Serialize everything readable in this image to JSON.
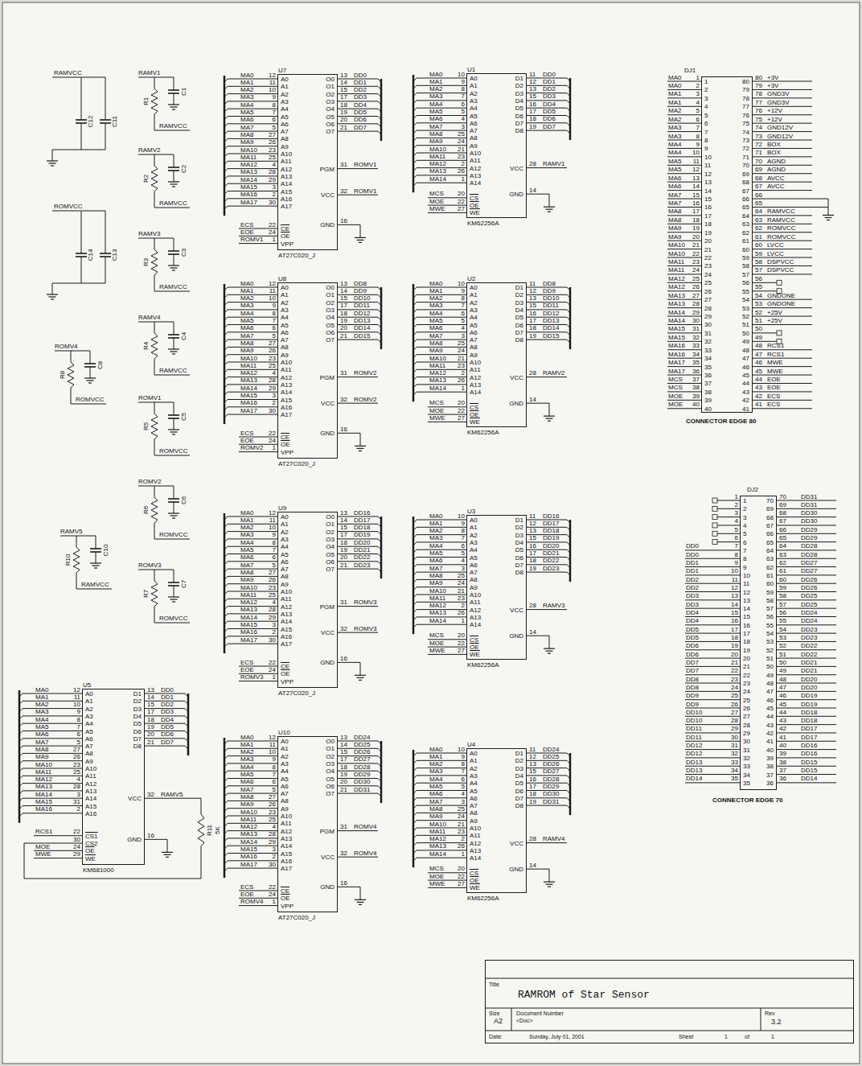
{
  "diagram": {
    "nodes": [
      {
        "text": [
          "U7",
          "A0",
          "A1",
          "A2",
          "A3",
          "A4",
          "A5",
          "A6",
          "A7",
          "A8",
          "A9",
          "A10",
          "A11",
          "A12",
          "A13",
          "A14",
          "A15",
          "A16",
          "A17",
          "CE",
          "OE",
          "VPP",
          "O0",
          "O1",
          "O2",
          "O3",
          "O4",
          "O5",
          "O6",
          "O7",
          "PGM",
          "VCC",
          "GND",
          "AT27C020_J"
        ]
      },
      {
        "text": [
          "U1",
          "A0",
          "A1",
          "A2",
          "A3",
          "A4",
          "A5",
          "A6",
          "A7",
          "A8",
          "A9",
          "A10",
          "A11",
          "A12",
          "A13",
          "A14",
          "CS",
          "OE",
          "WE",
          "D1",
          "D2",
          "D3",
          "D4",
          "D5",
          "D6",
          "D7",
          "D8",
          "VCC",
          "GND",
          "KM62256A"
        ]
      },
      {
        "text": [
          "DJ1",
          "1",
          "80",
          "2",
          "79",
          "3",
          "78",
          "4",
          "77",
          "5",
          "76",
          "6",
          "75",
          "7",
          "74",
          "8",
          "73",
          "9",
          "72",
          "10",
          "71",
          "11",
          "70",
          "12",
          "69",
          "13",
          "68",
          "14",
          "67",
          "15",
          "66",
          "16",
          "65",
          "17",
          "64",
          "18",
          "63",
          "19",
          "62",
          "20",
          "61",
          "21",
          "60",
          "22",
          "59",
          "23",
          "58",
          "24",
          "57",
          "25",
          "56",
          "26",
          "55",
          "27",
          "54",
          "28",
          "53",
          "29",
          "52",
          "30",
          "51",
          "31",
          "50",
          "32",
          "49",
          "33",
          "48",
          "34",
          "47",
          "35",
          "46",
          "36",
          "45",
          "37",
          "44",
          "38",
          "43",
          "39",
          "42",
          "40",
          "41",
          "CONNECTOR EDGE 80"
        ]
      },
      {
        "text": [
          "U8",
          "A0",
          "A1",
          "A2",
          "A3",
          "A4",
          "A5",
          "A6",
          "A7",
          "A8",
          "A9",
          "A10",
          "A11",
          "A12",
          "A13",
          "A14",
          "A15",
          "A16",
          "A17",
          "CE",
          "OE",
          "VPP",
          "O0",
          "O1",
          "O2",
          "O3",
          "O4",
          "O5",
          "O6",
          "O7",
          "PGM",
          "VCC",
          "GND",
          "AT27C020_J"
        ]
      },
      {
        "text": [
          "U2",
          "A0",
          "A1",
          "A2",
          "A3",
          "A4",
          "A5",
          "A6",
          "A7",
          "A8",
          "A9",
          "A10",
          "A11",
          "A12",
          "A13",
          "A14",
          "CS",
          "OE",
          "WE",
          "D1",
          "D2",
          "D3",
          "D4",
          "D5",
          "D6",
          "D7",
          "D8",
          "VCC",
          "GND",
          "KM62256A"
        ]
      },
      {
        "text": [
          "U9",
          "A0",
          "A1",
          "A2",
          "A3",
          "A4",
          "A5",
          "A6",
          "A7",
          "A8",
          "A9",
          "A10",
          "A11",
          "A12",
          "A13",
          "A14",
          "A15",
          "A16",
          "A17",
          "CE",
          "OE",
          "VPP",
          "O0",
          "O1",
          "O2",
          "O3",
          "O4",
          "O5",
          "O6",
          "O7",
          "PGM",
          "VCC",
          "GND",
          "AT27C020_J"
        ]
      },
      {
        "text": [
          "U3",
          "A0",
          "A1",
          "A2",
          "A3",
          "A4",
          "A5",
          "A6",
          "A7",
          "A8",
          "A9",
          "A10",
          "A11",
          "A12",
          "A13",
          "A14",
          "CS",
          "OE",
          "WE",
          "D1",
          "D2",
          "D3",
          "D4",
          "D5",
          "D6",
          "D7",
          "D8",
          "VCC",
          "GND",
          "KM62256A"
        ]
      },
      {
        "text": [
          "DJ2",
          "1",
          "70",
          "2",
          "69",
          "3",
          "68",
          "4",
          "67",
          "5",
          "66",
          "6",
          "65",
          "7",
          "64",
          "8",
          "63",
          "9",
          "62",
          "10",
          "61",
          "11",
          "60",
          "12",
          "59",
          "13",
          "58",
          "14",
          "57",
          "15",
          "56",
          "16",
          "55",
          "17",
          "54",
          "18",
          "53",
          "19",
          "52",
          "20",
          "51",
          "21",
          "50",
          "22",
          "49",
          "23",
          "48",
          "24",
          "47",
          "25",
          "46",
          "26",
          "45",
          "27",
          "44",
          "28",
          "43",
          "29",
          "42",
          "30",
          "41",
          "31",
          "40",
          "32",
          "39",
          "33",
          "38",
          "34",
          "37",
          "35",
          "36",
          "CONNECTOR EDGE 70"
        ]
      },
      {
        "text": [
          "U5",
          "A0",
          "A1",
          "A2",
          "A3",
          "A4",
          "A5",
          "A6",
          "A7",
          "A8",
          "A9",
          "A10",
          "A11",
          "A12",
          "A13",
          "A14",
          "A15",
          "A16",
          "CS1",
          "CS2",
          "OE",
          "WE",
          "D1",
          "D2",
          "D3",
          "D4",
          "D5",
          "D6",
          "D7",
          "D8",
          "VCC",
          "GND",
          "KM681000"
        ]
      },
      {
        "text": [
          "U10",
          "A0",
          "A1",
          "A2",
          "A3",
          "A4",
          "A5",
          "A6",
          "A7",
          "A8",
          "A9",
          "A10",
          "A11",
          "A12",
          "A13",
          "A14",
          "A15",
          "A16",
          "A17",
          "CE",
          "OE",
          "VPP",
          "O0",
          "O1",
          "O2",
          "O3",
          "O4",
          "O5",
          "O6",
          "O7",
          "PGM",
          "VCC",
          "GND",
          "AT27C020_J"
        ]
      },
      {
        "text": [
          "U4",
          "A0",
          "A1",
          "A2",
          "A3",
          "A4",
          "A5",
          "A6",
          "A7",
          "A8",
          "A9",
          "A10",
          "A11",
          "A12",
          "A13",
          "A14",
          "CS",
          "OE",
          "WE",
          "D1",
          "D2",
          "D3",
          "D4",
          "D5",
          "D6",
          "D7",
          "D8",
          "VCC",
          "GND",
          "KM62256A"
        ]
      },
      {
        "text": [
          "Title",
          "RAMROM of Star Sensor",
          "Size",
          "A2",
          "Document Number",
          "<Doc>",
          "Rev",
          "3.2",
          "Date:",
          "Sunday, July 01, 2001",
          "Sheet",
          "1",
          "of",
          "1"
        ]
      }
    ],
    "labels": [
      "RAMVCC",
      "C12",
      "C11",
      "RAMV1",
      "R1",
      "C1",
      "RAMVCC",
      "RAMV2",
      "R2",
      "C2",
      "RAMVCC",
      "ROMVCC",
      "C14",
      "C13",
      "RAMV3",
      "R3",
      "C3",
      "RAMVCC",
      "RAMV4",
      "R4",
      "C4",
      "RAMVCC",
      "ROMV4",
      "R8",
      "C8",
      "ROMVCC",
      "ROMV1",
      "R5",
      "C5",
      "ROMVCC",
      "ROMV2",
      "R6",
      "C6",
      "ROMVCC",
      "RAMV5",
      "R10",
      "C10",
      "RAMVCC",
      "ROMV3",
      "R7",
      "C7",
      "ROMVCC",
      "MA0",
      "12",
      "MA1",
      "11",
      "MA2",
      "10",
      "MA3",
      "9",
      "MA4",
      "8",
      "MA5",
      "7",
      "MA6",
      "6",
      "MA7",
      "5",
      "MA8",
      "27",
      "MA9",
      "26",
      "MA10",
      "23",
      "MA11",
      "25",
      "MA12",
      "4",
      "MA13",
      "28",
      "MA14",
      "29",
      "MA15",
      "3",
      "MA16",
      "2",
      "MA17",
      "30",
      "ECS",
      "22",
      "EOE",
      "24",
      "ROMV1",
      "1",
      "13",
      "DD0",
      "14",
      "DD1",
      "15",
      "DD2",
      "17",
      "DD3",
      "18",
      "DD4",
      "19",
      "DD5",
      "20",
      "DD6",
      "21",
      "DD7",
      "31",
      "ROMV1",
      "32",
      "ROMV1",
      "16",
      "MA0",
      "10",
      "MA1",
      "9",
      "MA2",
      "8",
      "MA3",
      "7",
      "MA4",
      "6",
      "MA5",
      "5",
      "MA6",
      "4",
      "MA7",
      "3",
      "MA8",
      "25",
      "MA9",
      "24",
      "MA10",
      "21",
      "MA11",
      "23",
      "MA12",
      "2",
      "MA13",
      "26",
      "MA14",
      "1",
      "MCS",
      "20",
      "MOE",
      "22",
      "MWE",
      "27",
      "11",
      "DD0",
      "12",
      "DD1",
      "13",
      "DD2",
      "15",
      "DD3",
      "16",
      "DD4",
      "17",
      "DD5",
      "18",
      "DD6",
      "19",
      "DD7",
      "28",
      "RAMV1",
      "14",
      "MA0",
      "1",
      "80",
      "+3V",
      "MA0",
      "2",
      "79",
      "+3V",
      "MA1",
      "3",
      "78",
      "GND3V",
      "MA1",
      "4",
      "77",
      "GND3V",
      "MA2",
      "5",
      "76",
      "+12V",
      "MA2",
      "6",
      "75",
      "+12V",
      "MA3",
      "7",
      "74",
      "GND12V",
      "MA3",
      "8",
      "73",
      "GND12V",
      "MA4",
      "9",
      "72",
      "BOX",
      "MA4",
      "10",
      "71",
      "BOX",
      "MA5",
      "11",
      "70",
      "AGND",
      "MA5",
      "12",
      "69",
      "AGND",
      "MA6",
      "13",
      "68",
      "AVCC",
      "MA6",
      "14",
      "67",
      "AVCC",
      "MA7",
      "15",
      "66",
      "MA7",
      "16",
      "65",
      "MA8",
      "17",
      "64",
      "RAMVCC",
      "MA8",
      "18",
      "63",
      "RAMVCC",
      "MA9",
      "19",
      "62",
      "ROMVCC",
      "MA9",
      "20",
      "61",
      "ROMVCC",
      "MA10",
      "21",
      "60",
      "LVCC",
      "MA10",
      "22",
      "59",
      "LVCC",
      "MA11",
      "23",
      "58",
      "DSPVCC",
      "MA11",
      "24",
      "57",
      "DSPVCC",
      "MA12",
      "25",
      "56",
      "MA12",
      "26",
      "55",
      "MA13",
      "27",
      "54",
      "GNDONE",
      "MA13",
      "28",
      "53",
      "GNDONE",
      "MA14",
      "29",
      "52",
      "+25V",
      "MA14",
      "30",
      "51",
      "+25V",
      "MA15",
      "31",
      "50",
      "MA15",
      "32",
      "49",
      "MA16",
      "33",
      "48",
      "RCS1",
      "MA16",
      "34",
      "47",
      "RCS1",
      "MA17",
      "35",
      "46",
      "MWE",
      "MA17",
      "36",
      "45",
      "MWE",
      "MCS",
      "37",
      "44",
      "EOE",
      "MCS",
      "38",
      "43",
      "EOE",
      "MOE",
      "39",
      "42",
      "ECS",
      "MOE",
      "40",
      "41",
      "ECS",
      "MA0",
      "12",
      "MA1",
      "11",
      "MA2",
      "10",
      "MA3",
      "9",
      "MA4",
      "8",
      "MA5",
      "7",
      "MA6",
      "6",
      "MA7",
      "5",
      "MA8",
      "27",
      "MA9",
      "26",
      "MA10",
      "23",
      "MA11",
      "25",
      "MA12",
      "4",
      "MA13",
      "28",
      "MA14",
      "29",
      "MA15",
      "3",
      "MA16",
      "2",
      "MA17",
      "30",
      "ECS",
      "22",
      "EOE",
      "24",
      "ROMV2",
      "1",
      "13",
      "DD8",
      "14",
      "DD9",
      "15",
      "DD10",
      "17",
      "DD11",
      "18",
      "DD12",
      "19",
      "DD13",
      "20",
      "DD14",
      "21",
      "DD15",
      "31",
      "ROMV2",
      "32",
      "ROMV2",
      "16",
      "MA0",
      "10",
      "MA1",
      "9",
      "MA2",
      "8",
      "MA3",
      "7",
      "MA4",
      "6",
      "MA5",
      "5",
      "MA6",
      "4",
      "MA7",
      "3",
      "MA8",
      "25",
      "MA9",
      "24",
      "MA10",
      "21",
      "MA11",
      "23",
      "MA12",
      "2",
      "MA13",
      "26",
      "MA14",
      "1",
      "MCS",
      "20",
      "MOE",
      "22",
      "MWE",
      "27",
      "11",
      "DD8",
      "12",
      "DD9",
      "13",
      "DD10",
      "15",
      "DD11",
      "16",
      "DD12",
      "17",
      "DD13",
      "18",
      "DD14",
      "19",
      "DD15",
      "28",
      "RAMV2",
      "14",
      "MA0",
      "12",
      "MA1",
      "11",
      "MA2",
      "10",
      "MA3",
      "9",
      "MA4",
      "8",
      "MA5",
      "7",
      "MA6",
      "6",
      "MA7",
      "5",
      "MA8",
      "27",
      "MA9",
      "26",
      "MA10",
      "23",
      "MA11",
      "25",
      "MA12",
      "4",
      "MA13",
      "28",
      "MA14",
      "29",
      "MA15",
      "3",
      "MA16",
      "2",
      "MA17",
      "30",
      "ECS",
      "22",
      "EOE",
      "24",
      "ROMV3",
      "1",
      "13",
      "DD16",
      "14",
      "DD17",
      "15",
      "DD18",
      "17",
      "DD19",
      "18",
      "DD20",
      "19",
      "DD21",
      "20",
      "DD22",
      "21",
      "DD23",
      "31",
      "ROMV3",
      "32",
      "ROMV3",
      "16",
      "MA0",
      "10",
      "MA1",
      "9",
      "MA2",
      "8",
      "MA3",
      "7",
      "MA4",
      "6",
      "MA5",
      "5",
      "MA6",
      "4",
      "MA7",
      "3",
      "MA8",
      "25",
      "MA9",
      "24",
      "MA10",
      "21",
      "MA11",
      "23",
      "MA12",
      "2",
      "MA13",
      "26",
      "MA14",
      "1",
      "MCS",
      "20",
      "MOE",
      "22",
      "MWE",
      "27",
      "11",
      "DD16",
      "12",
      "DD17",
      "13",
      "DD18",
      "15",
      "DD19",
      "16",
      "DD20",
      "17",
      "DD21",
      "18",
      "DD22",
      "19",
      "DD23",
      "28",
      "RAMV3",
      "14",
      "1",
      "70",
      "DD31",
      "2",
      "69",
      "DD31",
      "3",
      "68",
      "DD30",
      "4",
      "67",
      "DD30",
      "5",
      "66",
      "DD29",
      "6",
      "65",
      "DD29",
      "DD0",
      "7",
      "64",
      "DD28",
      "DD0",
      "8",
      "63",
      "DD28",
      "DD1",
      "9",
      "62",
      "DD27",
      "DD1",
      "10",
      "61",
      "DD27",
      "DD2",
      "11",
      "60",
      "DD26",
      "DD2",
      "12",
      "59",
      "DD26",
      "DD3",
      "13",
      "58",
      "DD25",
      "DD3",
      "14",
      "57",
      "DD25",
      "DD4",
      "15",
      "56",
      "DD24",
      "DD4",
      "16",
      "55",
      "DD24",
      "DD5",
      "17",
      "54",
      "DD23",
      "DD5",
      "18",
      "53",
      "DD23",
      "DD6",
      "19",
      "52",
      "DD22",
      "DD6",
      "20",
      "51",
      "DD22",
      "DD7",
      "21",
      "50",
      "DD21",
      "DD7",
      "22",
      "49",
      "DD21",
      "DD8",
      "23",
      "48",
      "DD20",
      "DD8",
      "24",
      "47",
      "DD20",
      "DD9",
      "25",
      "46",
      "DD19",
      "DD9",
      "26",
      "45",
      "DD19",
      "DD10",
      "27",
      "44",
      "DD18",
      "DD10",
      "28",
      "43",
      "DD18",
      "DD11",
      "29",
      "42",
      "DD17",
      "DD11",
      "30",
      "41",
      "DD17",
      "DD12",
      "31",
      "40",
      "DD16",
      "DD12",
      "32",
      "39",
      "DD16",
      "DD13",
      "33",
      "38",
      "DD15",
      "DD13",
      "34",
      "37",
      "DD15",
      "DD14",
      "35",
      "36",
      "DD14",
      "MA0",
      "12",
      "MA1",
      "11",
      "MA2",
      "10",
      "MA3",
      "9",
      "MA4",
      "8",
      "MA5",
      "7",
      "MA6",
      "6",
      "MA7",
      "5",
      "MA8",
      "27",
      "MA9",
      "26",
      "MA10",
      "23",
      "MA11",
      "25",
      "MA12",
      "4",
      "MA13",
      "28",
      "MA14",
      "3",
      "MA15",
      "31",
      "MA16",
      "2",
      "RCS1",
      "22",
      "30",
      "MOE",
      "24",
      "MWE",
      "29",
      "13",
      "DD0",
      "14",
      "DD1",
      "15",
      "DD2",
      "17",
      "DD3",
      "18",
      "DD4",
      "19",
      "DD5",
      "20",
      "DD6",
      "21",
      "DD7",
      "32",
      "RAMV5",
      "16",
      "R11",
      "5K",
      "MA0",
      "12",
      "MA1",
      "11",
      "MA2",
      "10",
      "MA3",
      "9",
      "MA4",
      "8",
      "MA5",
      "7",
      "MA6",
      "6",
      "MA7",
      "5",
      "MA8",
      "27",
      "MA9",
      "26",
      "MA10",
      "23",
      "MA11",
      "25",
      "MA12",
      "4",
      "MA13",
      "28",
      "MA14",
      "29",
      "MA15",
      "3",
      "MA16",
      "2",
      "MA17",
      "30",
      "ECS",
      "22",
      "EOE",
      "24",
      "ROMV4",
      "1",
      "13",
      "DD24",
      "14",
      "DD25",
      "15",
      "DD26",
      "17",
      "DD27",
      "18",
      "DD28",
      "19",
      "DD29",
      "20",
      "DD30",
      "21",
      "DD31",
      "31",
      "ROMV4",
      "32",
      "ROMV4",
      "16",
      "MA0",
      "10",
      "MA1",
      "9",
      "MA2",
      "8",
      "MA3",
      "7",
      "MA4",
      "6",
      "MA5",
      "5",
      "MA6",
      "4",
      "MA7",
      "3",
      "MA8",
      "25",
      "MA9",
      "24",
      "MA10",
      "21",
      "MA11",
      "23",
      "MA12",
      "2",
      "MA13",
      "26",
      "MA14",
      "1",
      "MCS",
      "20",
      "MOE",
      "22",
      "MWE",
      "27",
      "11",
      "DD24",
      "12",
      "DD25",
      "13",
      "DD26",
      "15",
      "DD27",
      "16",
      "DD28",
      "17",
      "DD29",
      "18",
      "DD30",
      "19",
      "DD31",
      "28",
      "RAMV4",
      "14"
    ]
  }
}
